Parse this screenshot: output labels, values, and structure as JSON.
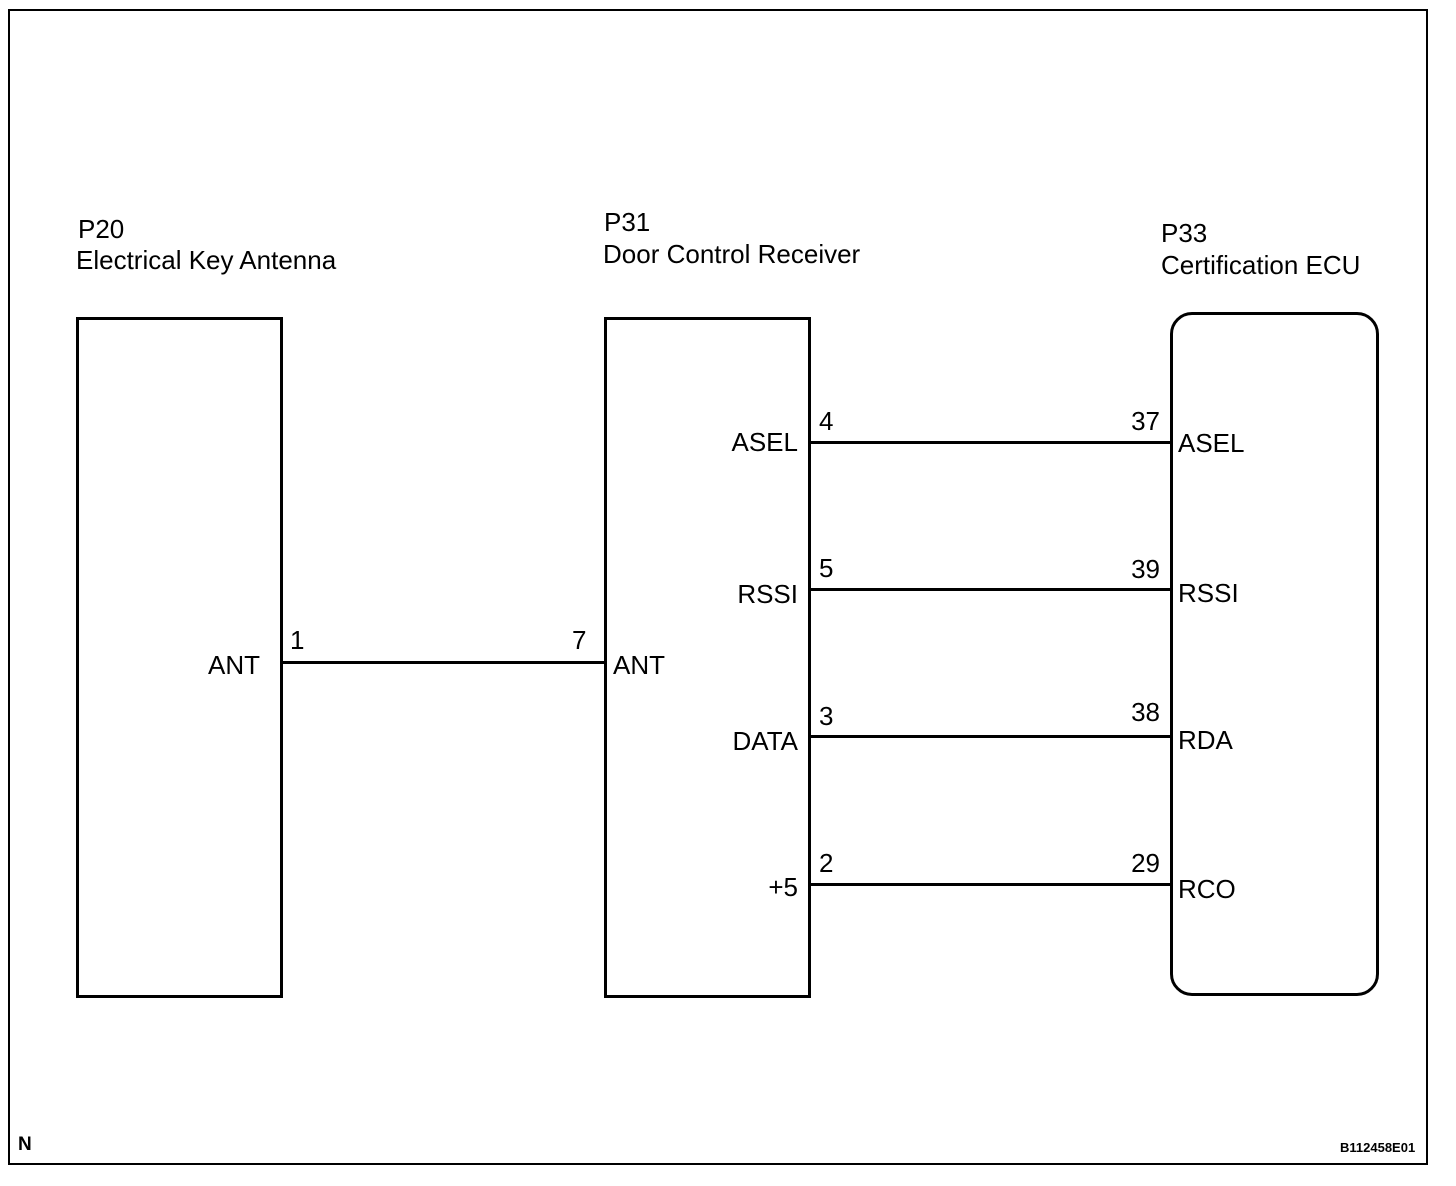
{
  "components": {
    "p20": {
      "code": "P20",
      "name": "Electrical Key Antenna",
      "pins": [
        {
          "label": "ANT",
          "number": "1"
        }
      ]
    },
    "p31": {
      "code": "P31",
      "name": "Door Control Receiver",
      "left_pins": [
        {
          "label": "ANT",
          "number": "7"
        }
      ],
      "right_pins": [
        {
          "label": "ASEL",
          "number": "4"
        },
        {
          "label": "RSSI",
          "number": "5"
        },
        {
          "label": "DATA",
          "number": "3"
        },
        {
          "label": "+5",
          "number": "2"
        }
      ]
    },
    "p33": {
      "code": "P33",
      "name": "Certification ECU",
      "pins": [
        {
          "label": "ASEL",
          "number": "37"
        },
        {
          "label": "RSSI",
          "number": "39"
        },
        {
          "label": "RDA",
          "number": "38"
        },
        {
          "label": "RCO",
          "number": "29"
        }
      ]
    }
  },
  "footer": {
    "left_mark": "N",
    "figure_id": "B112458E01"
  }
}
